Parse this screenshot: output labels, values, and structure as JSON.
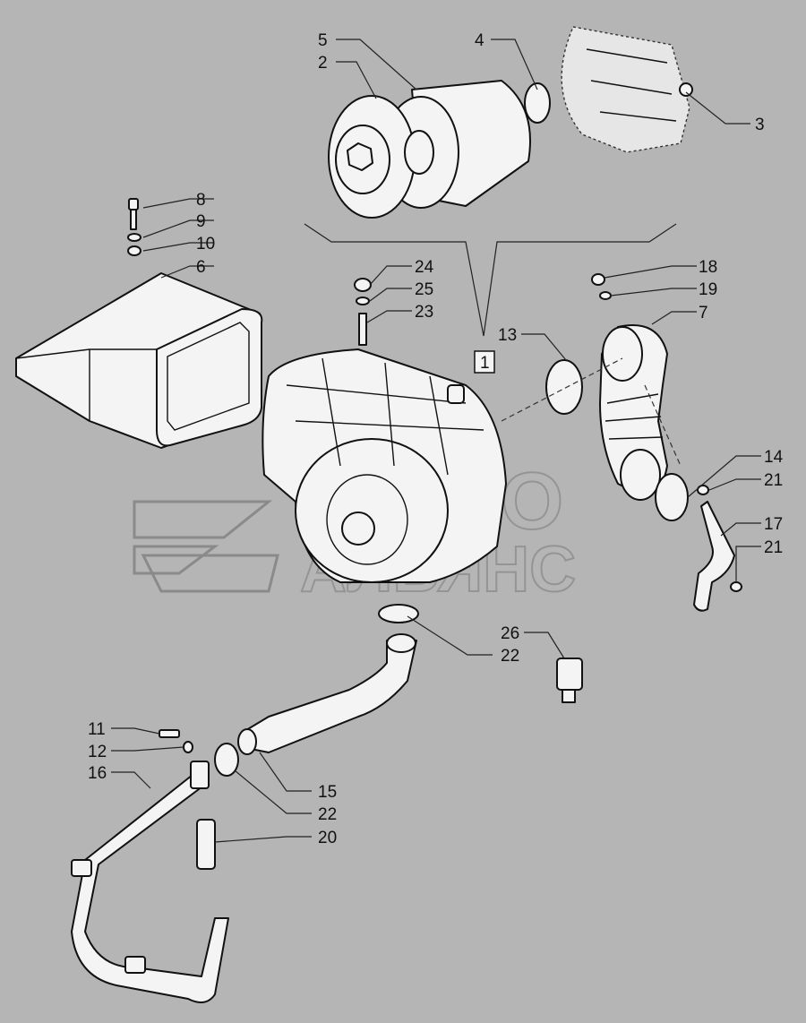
{
  "watermark": {
    "line1": "АВТО",
    "line2": "АЛЬЯНС"
  },
  "group_label": "1",
  "callouts": [
    "5",
    "2",
    "4",
    "3",
    "8",
    "9",
    "10",
    "6",
    "24",
    "25",
    "23",
    "18",
    "19",
    "7",
    "13",
    "14",
    "21",
    "17",
    "21",
    "26",
    "22",
    "11",
    "12",
    "16",
    "15",
    "22",
    "20"
  ]
}
